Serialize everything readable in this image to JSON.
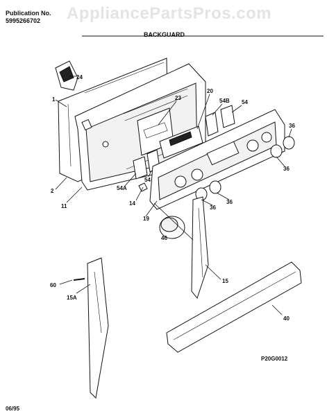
{
  "header": {
    "publication_label": "Publication No.",
    "publication_number": "5995266702",
    "section_title": "BACKGUARD",
    "watermark": "AppliancePartsPros.com"
  },
  "footer": {
    "date": "06/95",
    "figure_code": "P20G0012"
  },
  "callouts": {
    "c1": "1",
    "c2": "2",
    "c11": "11",
    "c14": "14",
    "c15": "15",
    "c15a": "15A",
    "c19": "19",
    "c20": "20",
    "c23": "23",
    "c24": "24",
    "c36a": "36",
    "c36b": "36",
    "c36c": "36",
    "c36d": "36",
    "c40": "40",
    "c46": "46",
    "c54a_lbl": "54A",
    "c54": "54",
    "c54_b": "54",
    "c54b": "54B",
    "c60": "60"
  }
}
